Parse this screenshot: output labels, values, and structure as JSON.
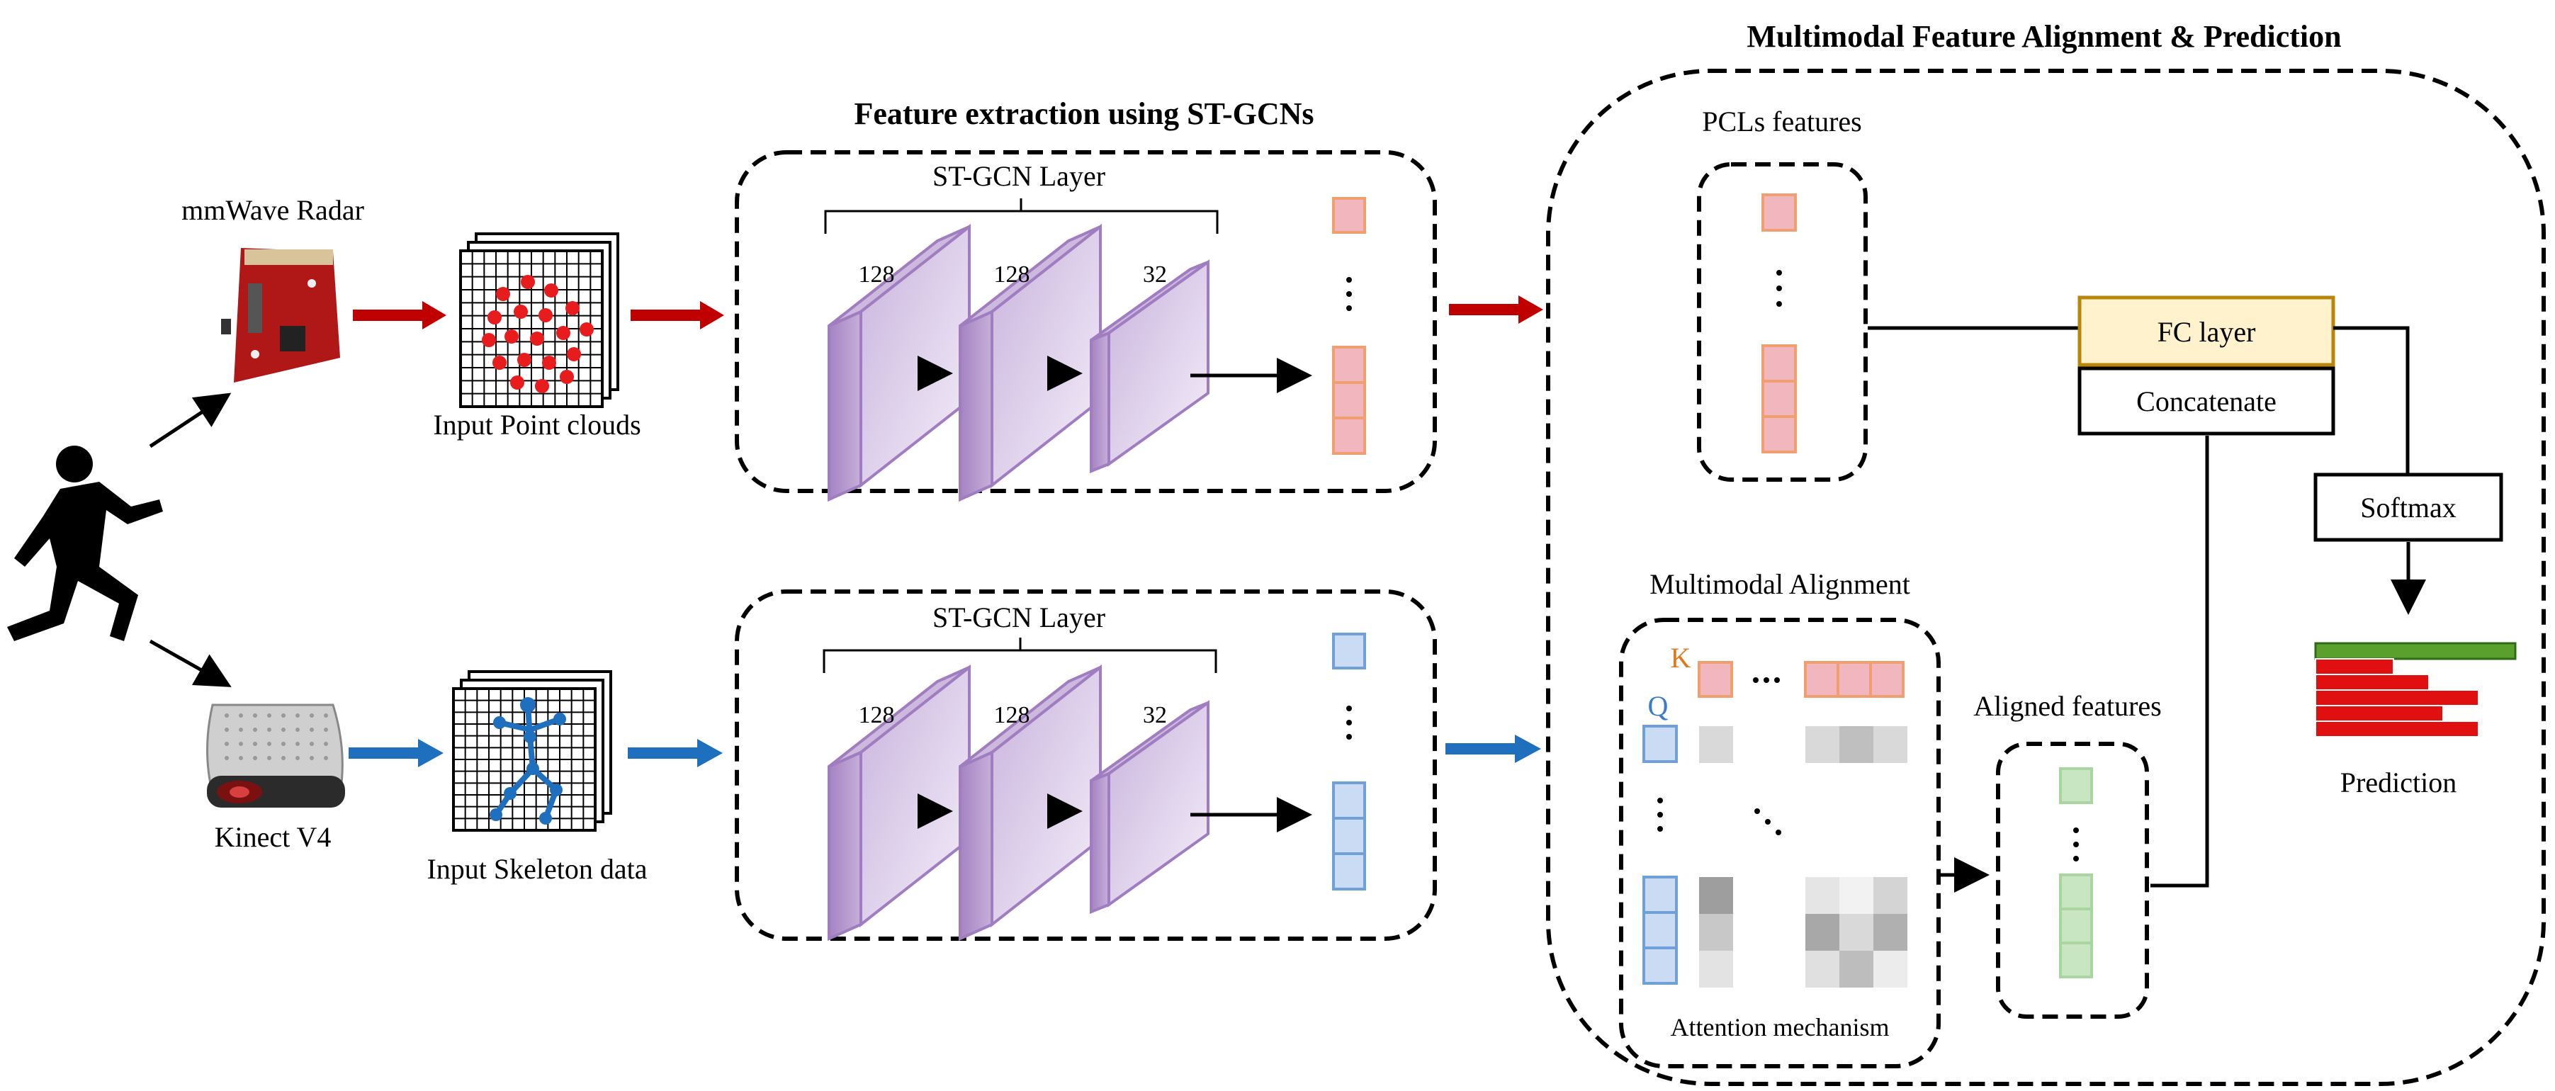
{
  "titles": {
    "feature_extraction": "Feature extraction using ST-GCNs",
    "multimodal": "Multimodal Feature Alignment & Prediction"
  },
  "sensors": {
    "radar": "mmWave Radar",
    "kinect": "Kinect V4"
  },
  "inputs": {
    "point_clouds": "Input Point clouds",
    "skeleton": "Input Skeleton data"
  },
  "stgcn": {
    "layer_label": "ST-GCN Layer",
    "channels": [
      "128",
      "128",
      "32"
    ]
  },
  "alignment": {
    "pcl_features": "PCLs features",
    "fc_layer": "FC layer",
    "concatenate": "Concatenate",
    "softmax": "Softmax",
    "multimodal_alignment": "Multimodal Alignment",
    "k_label": "K",
    "q_label": "Q",
    "attention": "Attention mechanism",
    "aligned_features": "Aligned features",
    "prediction": "Prediction"
  },
  "colors": {
    "red_arrow": "#c00000",
    "blue_arrow": "#1f6fbf",
    "layer_purple": "#b79bcf",
    "fc_fill": "#fff2cc",
    "fc_border": "#b8860b",
    "prediction_red": "#e01010",
    "prediction_green": "#5aa02c"
  },
  "icons": [
    "runner-icon",
    "radar-board-icon",
    "kinect-icon",
    "point-cloud-grid-icon",
    "skeleton-grid-icon"
  ]
}
